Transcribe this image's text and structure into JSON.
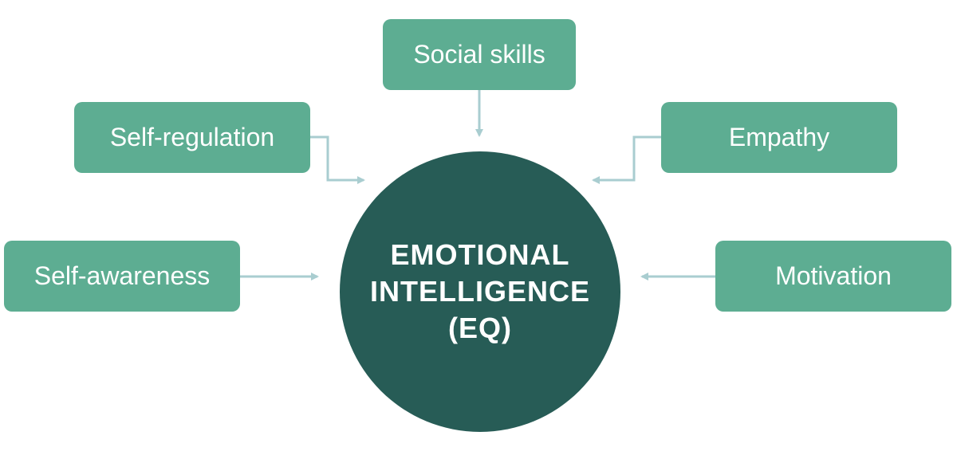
{
  "center": {
    "lines": [
      "EMOTIONAL",
      "INTELLIGENCE",
      "(EQ)"
    ]
  },
  "components": {
    "social_skills": "Social skills",
    "self_regulation": "Self-regulation",
    "empathy": "Empathy",
    "self_awareness": "Self-awareness",
    "motivation": "Motivation"
  },
  "colors": {
    "box_fill": "#5dad92",
    "center_fill": "#275c56",
    "connector": "#a9cdd0",
    "text": "#ffffff"
  }
}
